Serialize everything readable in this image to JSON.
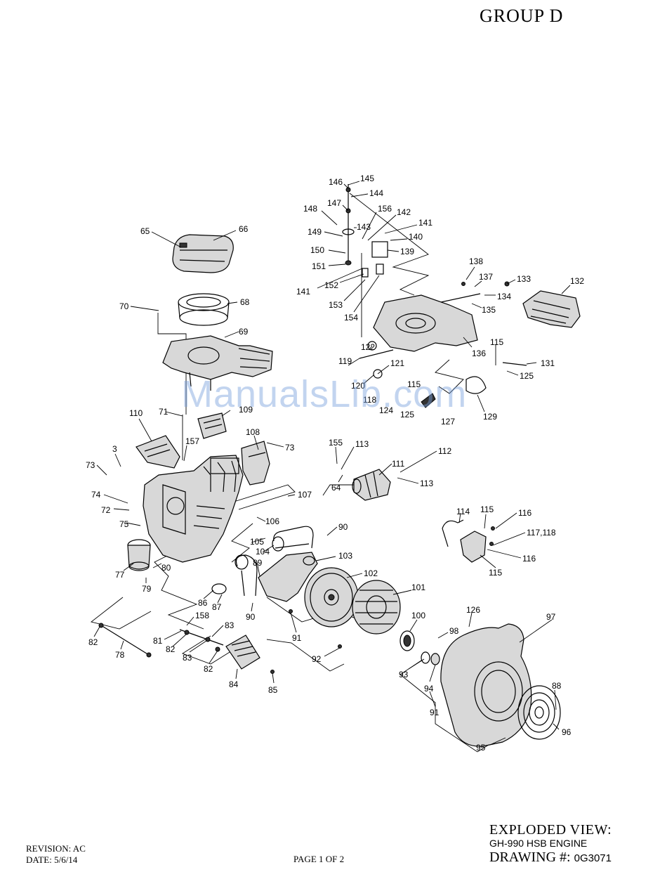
{
  "header": {
    "group_title": "GROUP D"
  },
  "watermark": "ManualsLib.com",
  "footer": {
    "revision": "REVISION:  AC",
    "date": "DATE:  5/6/14",
    "page": "PAGE 1 OF 2"
  },
  "title_block": {
    "view": "EXPLODED VIEW:",
    "model": "GH-990 HSB ENGINE",
    "drawing_label": "DRAWING #: ",
    "drawing_number": "0G3071"
  },
  "callouts": [
    {
      "id": "c145",
      "text": "145"
    },
    {
      "id": "c146",
      "text": "146"
    },
    {
      "id": "c144",
      "text": "144"
    },
    {
      "id": "c147",
      "text": "147"
    },
    {
      "id": "c148",
      "text": "148"
    },
    {
      "id": "c156",
      "text": "156"
    },
    {
      "id": "c142",
      "text": "142"
    },
    {
      "id": "c141a",
      "text": "141"
    },
    {
      "id": "c143",
      "text": "143"
    },
    {
      "id": "c149",
      "text": "149"
    },
    {
      "id": "c140",
      "text": "140"
    },
    {
      "id": "c150",
      "text": "150"
    },
    {
      "id": "c139",
      "text": "139"
    },
    {
      "id": "c151",
      "text": "151"
    },
    {
      "id": "c141b",
      "text": "141"
    },
    {
      "id": "c152",
      "text": "152"
    },
    {
      "id": "c153",
      "text": "153"
    },
    {
      "id": "c154",
      "text": "154"
    },
    {
      "id": "c138",
      "text": "138"
    },
    {
      "id": "c137",
      "text": "137"
    },
    {
      "id": "c133",
      "text": "133"
    },
    {
      "id": "c134",
      "text": "134"
    },
    {
      "id": "c132",
      "text": "132"
    },
    {
      "id": "c135",
      "text": "135"
    },
    {
      "id": "c136",
      "text": "136"
    },
    {
      "id": "c65",
      "text": "65"
    },
    {
      "id": "c66",
      "text": "66"
    },
    {
      "id": "c70",
      "text": "70"
    },
    {
      "id": "c68",
      "text": "68"
    },
    {
      "id": "c69",
      "text": "69"
    },
    {
      "id": "c122",
      "text": "122"
    },
    {
      "id": "c119",
      "text": "119"
    },
    {
      "id": "c121",
      "text": "121"
    },
    {
      "id": "c120",
      "text": "120"
    },
    {
      "id": "c115a",
      "text": "115"
    },
    {
      "id": "c131",
      "text": "131"
    },
    {
      "id": "c125a",
      "text": "125"
    },
    {
      "id": "c115b",
      "text": "115"
    },
    {
      "id": "c118b",
      "text": "118"
    },
    {
      "id": "c124",
      "text": "124"
    },
    {
      "id": "c125b",
      "text": "125"
    },
    {
      "id": "c127",
      "text": "127"
    },
    {
      "id": "c129",
      "text": "129"
    },
    {
      "id": "c71",
      "text": "71"
    },
    {
      "id": "c110",
      "text": "110"
    },
    {
      "id": "c109",
      "text": "109"
    },
    {
      "id": "c108",
      "text": "108"
    },
    {
      "id": "c73a",
      "text": "73"
    },
    {
      "id": "c157",
      "text": "157"
    },
    {
      "id": "c3",
      "text": "3"
    },
    {
      "id": "c155",
      "text": "155"
    },
    {
      "id": "c113a",
      "text": "113"
    },
    {
      "id": "c112",
      "text": "112"
    },
    {
      "id": "c73b",
      "text": "73"
    },
    {
      "id": "c111",
      "text": "111"
    },
    {
      "id": "c64",
      "text": "64"
    },
    {
      "id": "c113b",
      "text": "113"
    },
    {
      "id": "c74",
      "text": "74"
    },
    {
      "id": "c107",
      "text": "107"
    },
    {
      "id": "c72",
      "text": "72"
    },
    {
      "id": "c75",
      "text": "75"
    },
    {
      "id": "c106",
      "text": "106"
    },
    {
      "id": "c90a",
      "text": "90"
    },
    {
      "id": "c114",
      "text": "114"
    },
    {
      "id": "c115c",
      "text": "115"
    },
    {
      "id": "c116a",
      "text": "116"
    },
    {
      "id": "c117",
      "text": "117,118"
    },
    {
      "id": "c105",
      "text": "105"
    },
    {
      "id": "c104",
      "text": "104"
    },
    {
      "id": "c116b",
      "text": "116"
    },
    {
      "id": "c103",
      "text": "103"
    },
    {
      "id": "c89",
      "text": "89"
    },
    {
      "id": "c77",
      "text": "77"
    },
    {
      "id": "c80",
      "text": "80"
    },
    {
      "id": "c115d",
      "text": "115"
    },
    {
      "id": "c102",
      "text": "102"
    },
    {
      "id": "c79",
      "text": "79"
    },
    {
      "id": "c86",
      "text": "86"
    },
    {
      "id": "c87",
      "text": "87"
    },
    {
      "id": "c101",
      "text": "101"
    },
    {
      "id": "c90b",
      "text": "90"
    },
    {
      "id": "c158",
      "text": "158"
    },
    {
      "id": "c126",
      "text": "126"
    },
    {
      "id": "c97",
      "text": "97"
    },
    {
      "id": "c100",
      "text": "100"
    },
    {
      "id": "c83a",
      "text": "83"
    },
    {
      "id": "c91a",
      "text": "91"
    },
    {
      "id": "c98",
      "text": "98"
    },
    {
      "id": "c82a",
      "text": "82"
    },
    {
      "id": "c81",
      "text": "81"
    },
    {
      "id": "c82b",
      "text": "82"
    },
    {
      "id": "c78",
      "text": "78"
    },
    {
      "id": "c83b",
      "text": "83"
    },
    {
      "id": "c92",
      "text": "92"
    },
    {
      "id": "c82c",
      "text": "82"
    },
    {
      "id": "c93",
      "text": "93"
    },
    {
      "id": "c94",
      "text": "94"
    },
    {
      "id": "c84",
      "text": "84"
    },
    {
      "id": "c88",
      "text": "88"
    },
    {
      "id": "c85",
      "text": "85"
    },
    {
      "id": "c91b",
      "text": "91"
    },
    {
      "id": "c96",
      "text": "96"
    },
    {
      "id": "c95",
      "text": "95"
    }
  ]
}
